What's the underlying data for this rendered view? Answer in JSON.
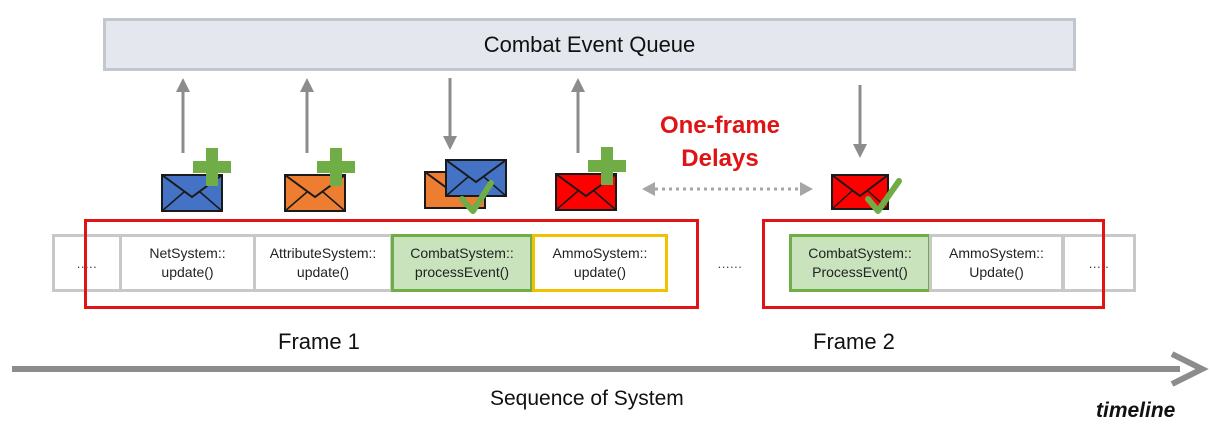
{
  "queue": {
    "title": "Combat Event Queue"
  },
  "delay_note": {
    "line1": "One-frame",
    "line2": "Delays"
  },
  "systems": [
    {
      "text": "....."
    },
    {
      "text": "NetSystem::\nupdate()"
    },
    {
      "text": "AttributeSystem::\nupdate()"
    },
    {
      "text": "CombatSystem::\nprocessEvent()"
    },
    {
      "text": "AmmoSystem::\nupdate()"
    },
    {
      "text": "......"
    },
    {
      "text": "CombatSystem::\nProcessEvent()"
    },
    {
      "text": "AmmoSystem::\nUpdate()"
    },
    {
      "text": "....."
    }
  ],
  "frames": [
    {
      "label": "Frame 1"
    },
    {
      "label": "Frame 2"
    }
  ],
  "axis": {
    "label": "Sequence of System",
    "timeline": "timeline"
  },
  "colors": {
    "envelope_blue": "#4472c4",
    "envelope_orange": "#ed7d31",
    "envelope_red": "#ff0000",
    "plus_green": "#70ad47",
    "frame_red": "#e01414",
    "arrow_gray": "#8c8c8c"
  },
  "icons": [
    "envelope-icon",
    "plus-icon",
    "check-icon",
    "arrow-up-icon",
    "arrow-down-icon",
    "double-arrow-icon"
  ]
}
